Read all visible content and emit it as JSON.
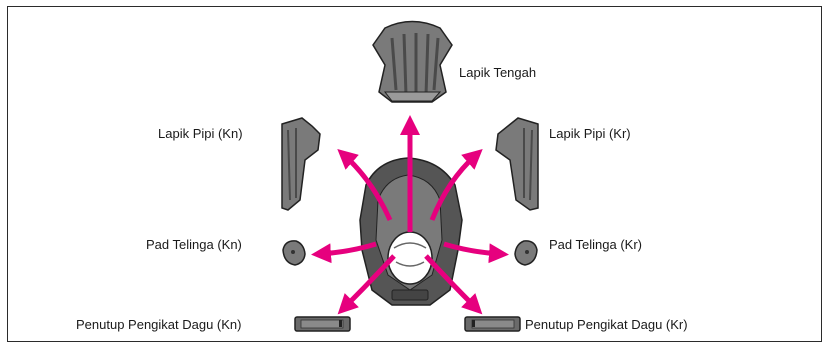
{
  "labels": {
    "center_pad": "Lapik Tengah",
    "cheek_pad_left": "Lapik Pipi (Kn)",
    "cheek_pad_right": "Lapik Pipi (Kr)",
    "ear_pad_left": "Pad Telinga (Kn)",
    "ear_pad_right": "Pad Telinga (Kr)",
    "chin_strap_cover_left": "Penutup Pengikat Dagu (Kn)",
    "chin_strap_cover_right": "Penutup Pengikat Dagu (Kr)"
  },
  "colors": {
    "arrow": "#e6007e",
    "part_fill": "#7a7a7a",
    "part_dark": "#3c3c3c",
    "frame": "#2b2b2b"
  }
}
